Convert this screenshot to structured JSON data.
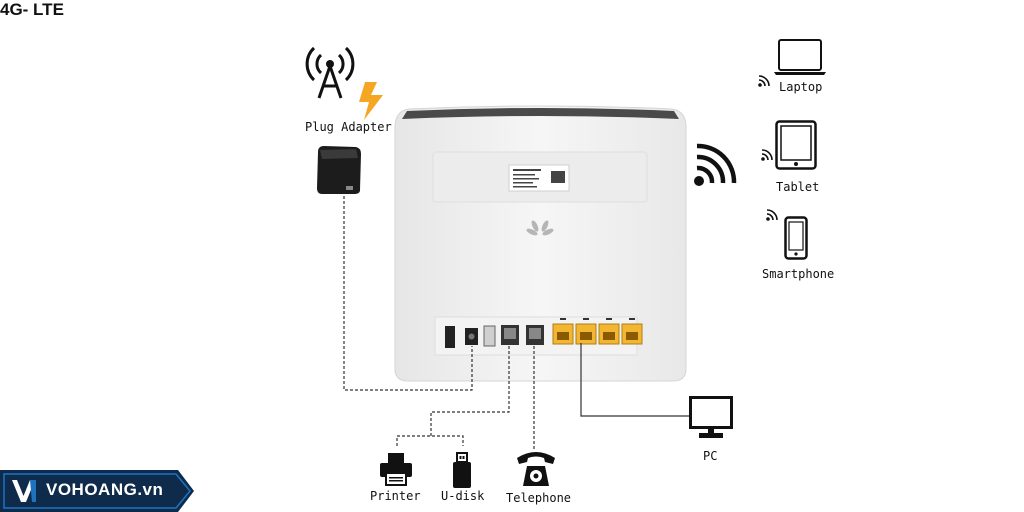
{
  "diagram": {
    "title": "4G- LTE",
    "labels": {
      "plug_adapter": "Plug Adapter",
      "laptop": "Laptop",
      "tablet": "Tablet",
      "smartphone": "Smartphone",
      "pc": "PC",
      "printer": "Printer",
      "udisk": "U-disk",
      "telephone": "Telephone"
    },
    "router_brand": "HUAWEI",
    "icons": [
      "antenna-icon",
      "lightning-icon",
      "power-adapter-icon",
      "wifi-waves-icon",
      "laptop-icon",
      "tablet-icon",
      "smartphone-icon",
      "pc-icon",
      "printer-icon",
      "usb-drive-icon",
      "telephone-icon"
    ]
  },
  "watermark": {
    "text": "VOHOANG.vn",
    "colors": {
      "banner": "#0f2b4c",
      "accent": "#1e73be",
      "text": "#ffffff"
    }
  },
  "colors": {
    "lan_port": "#f2b632",
    "router_body": "#f1f1f1",
    "line": "#333333",
    "lightning": "#f5a623"
  }
}
